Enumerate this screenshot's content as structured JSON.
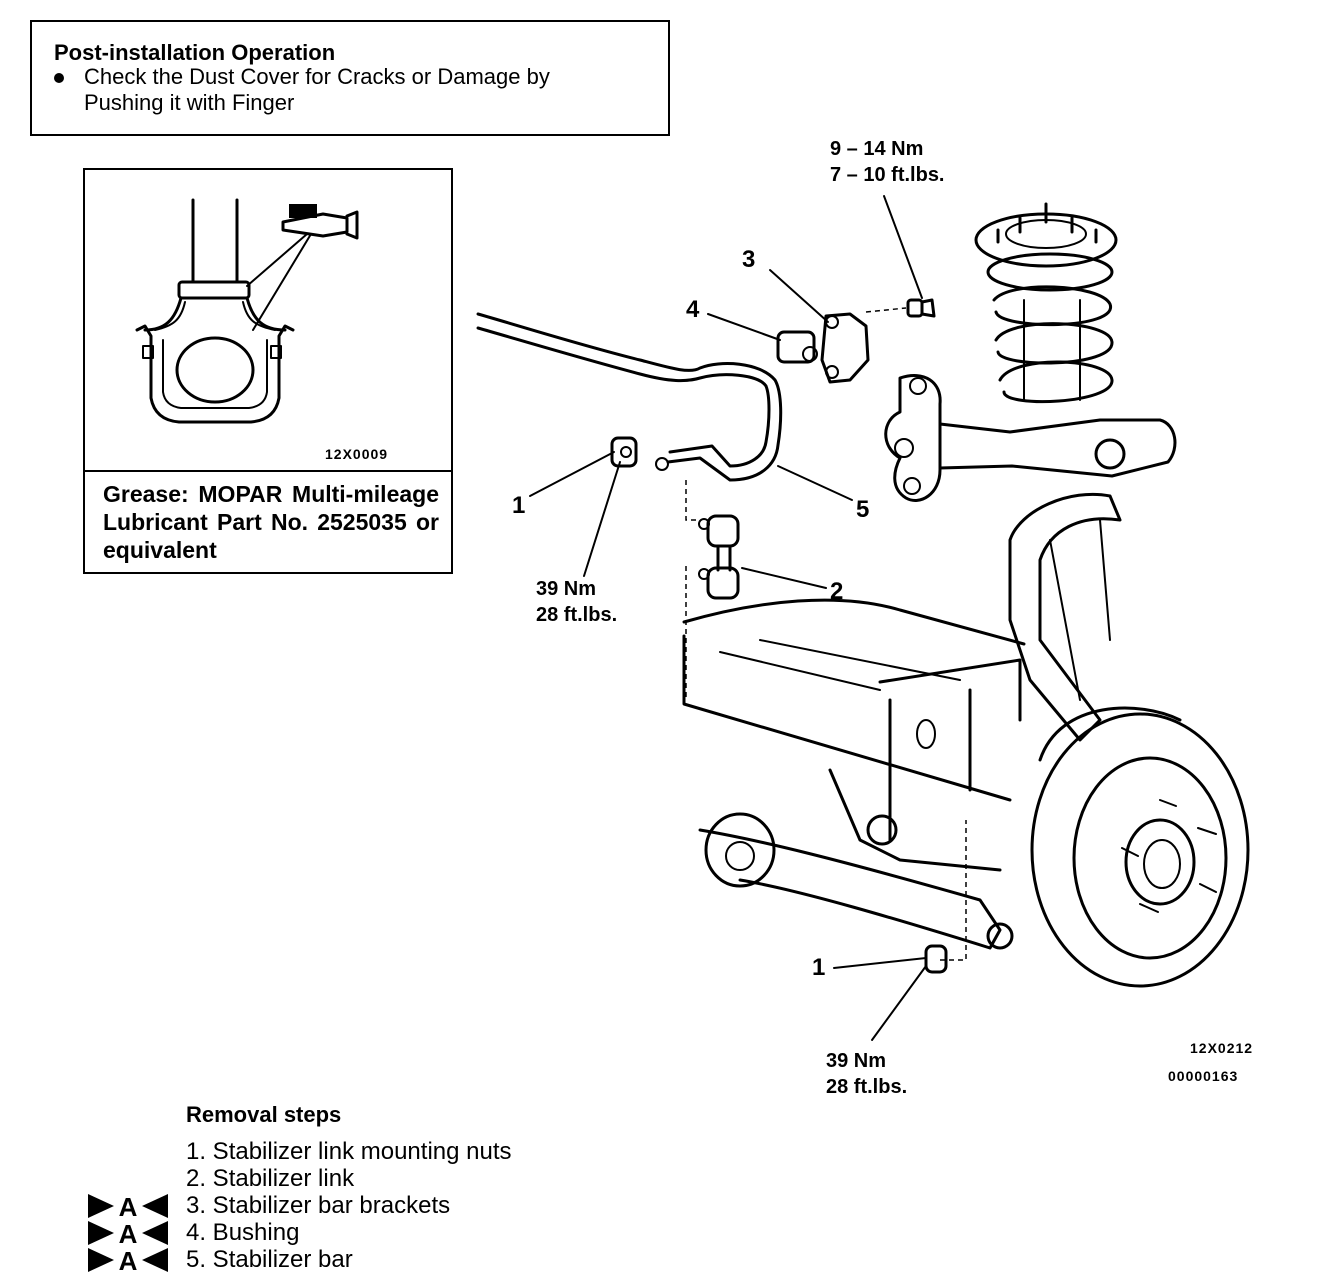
{
  "post_install": {
    "title": "Post-installation Operation",
    "line1": "Check the Dust Cover for Cracks or Damage by",
    "line2": "Pushing it with Finger"
  },
  "inset": {
    "code": "12X0009",
    "grease_text": "Grease: MOPAR Multi-mileage Lubricant Part No. 2525035 or equivalent"
  },
  "callouts": {
    "c1_upper": "1",
    "c1_lower": "1",
    "c2": "2",
    "c3": "3",
    "c4": "4",
    "c5": "5"
  },
  "torques": {
    "t_top_nm": "9 – 14 Nm",
    "t_top_ft": "7 – 10 ft.lbs.",
    "t_mid_nm": "39 Nm",
    "t_mid_ft": "28 ft.lbs.",
    "t_bot_nm": "39 Nm",
    "t_bot_ft": "28 ft.lbs."
  },
  "figure_codes": {
    "code1": "12X0212",
    "code2": "00000163"
  },
  "removal": {
    "title": "Removal steps",
    "steps": [
      "1. Stabilizer link mounting nuts",
      "2. Stabilizer link",
      "3. Stabilizer bar brackets",
      "4. Bushing",
      "5. Stabilizer bar"
    ],
    "marker_letter": "A"
  }
}
